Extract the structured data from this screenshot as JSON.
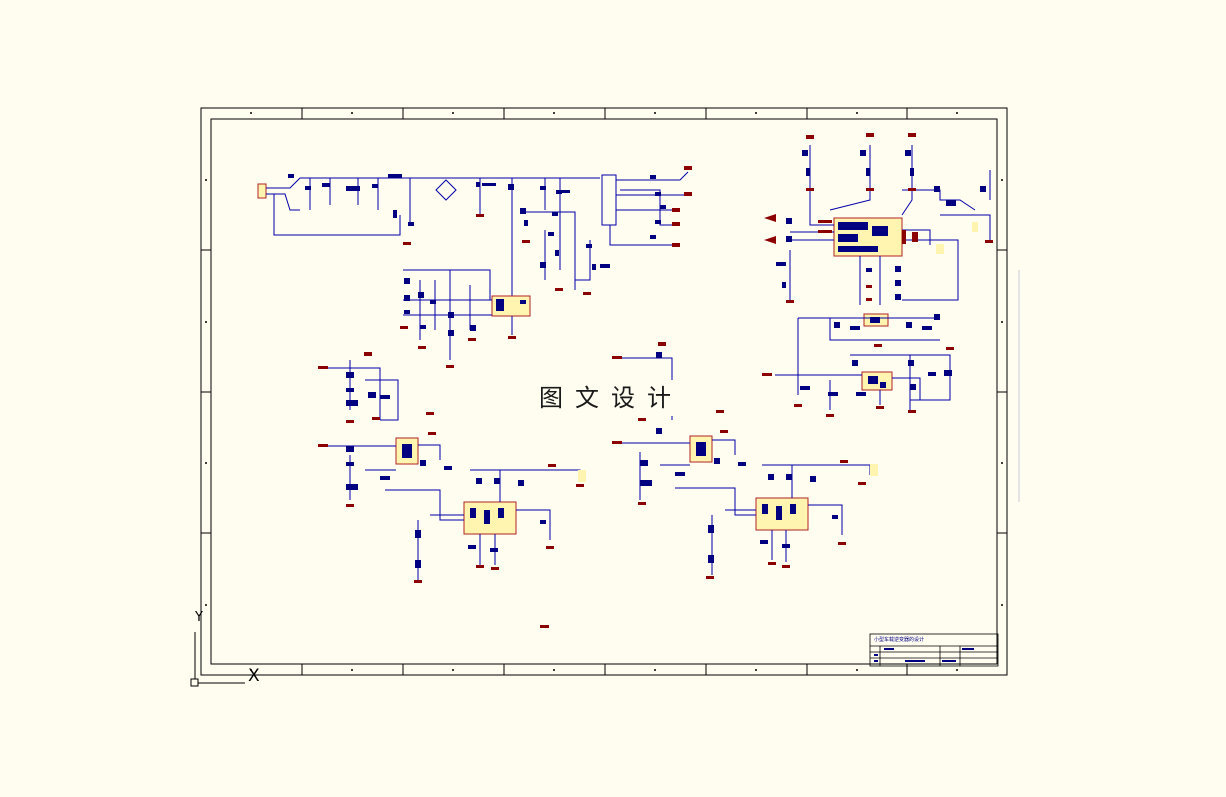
{
  "watermark": {
    "text": "图文设计"
  },
  "title_block": {
    "title": "小型车载逆变器的设计"
  },
  "ucs": {
    "x_label": "X",
    "y_label": "Y"
  },
  "colors": {
    "background": "#fffcf0",
    "wire": "#0000a8",
    "component": "#000080",
    "power_symbol": "#8b0000",
    "ic_body": "#fff5b0",
    "ic_outline": "#b22222",
    "frame": "#000000"
  }
}
